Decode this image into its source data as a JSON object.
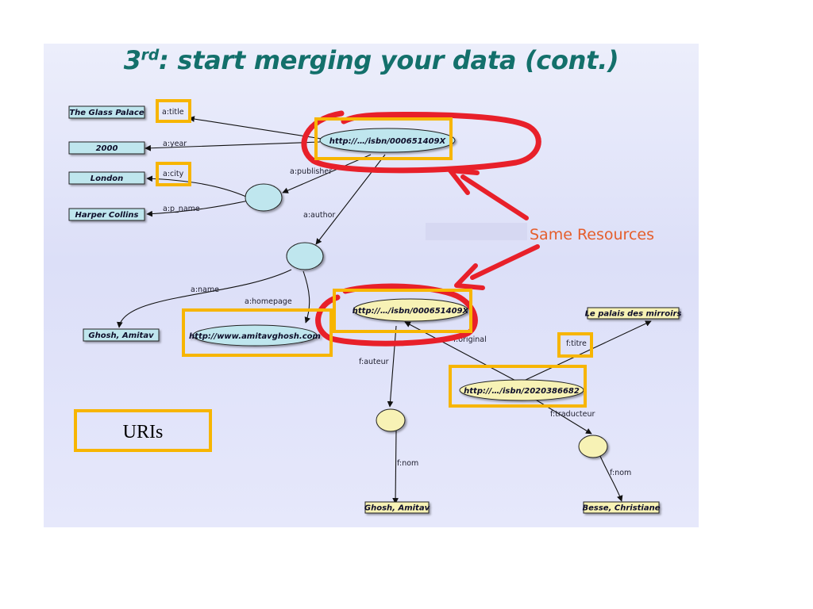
{
  "slide": {
    "title": {
      "prefix": "3",
      "superscript": "rd",
      "main": ": start merging your data (cont.)"
    },
    "colors": {
      "title": "#13706b",
      "background": "#dfe1f8",
      "node_blue": "#bfe6ee",
      "node_yellow": "#f7f2b5",
      "highlight_box": "#f7b500",
      "red_annotation": "#e8202a",
      "callout_text": "#e55e2c"
    },
    "graph": {
      "literals": {
        "glass_palace": "The Glass Palace",
        "year_2000": "2000",
        "london": "London",
        "harper_collins": "Harper Collins",
        "ghosh_blue": "Ghosh, Amitav",
        "palais": "Le palais des mirroirs",
        "ghosh_yellow": "Ghosh, Amitav",
        "besse": "Besse, Christiane"
      },
      "uris": {
        "isbn_blue": "http://…/isbn/000651409X",
        "homepage": "http://www.amitavghosh.com",
        "isbn_yellow": "http://…/isbn/000651409X",
        "isbn_french": "http://…/isbn/2020386682"
      },
      "edges": {
        "title": "a:title",
        "year": "a:year",
        "city": "a:city",
        "p_name": "a:p_name",
        "publisher": "a:publisher",
        "author": "a:author",
        "name": "a:name",
        "homepage": "a:homepage",
        "original": "f:original",
        "titre": "f:titre",
        "auteur": "f:auteur",
        "nom_left": "f:nom",
        "traducteur": "f:traducteur",
        "nom_right": "f:nom"
      }
    },
    "callouts": {
      "same_resources": "Same Resources",
      "uris": "URIs"
    }
  }
}
